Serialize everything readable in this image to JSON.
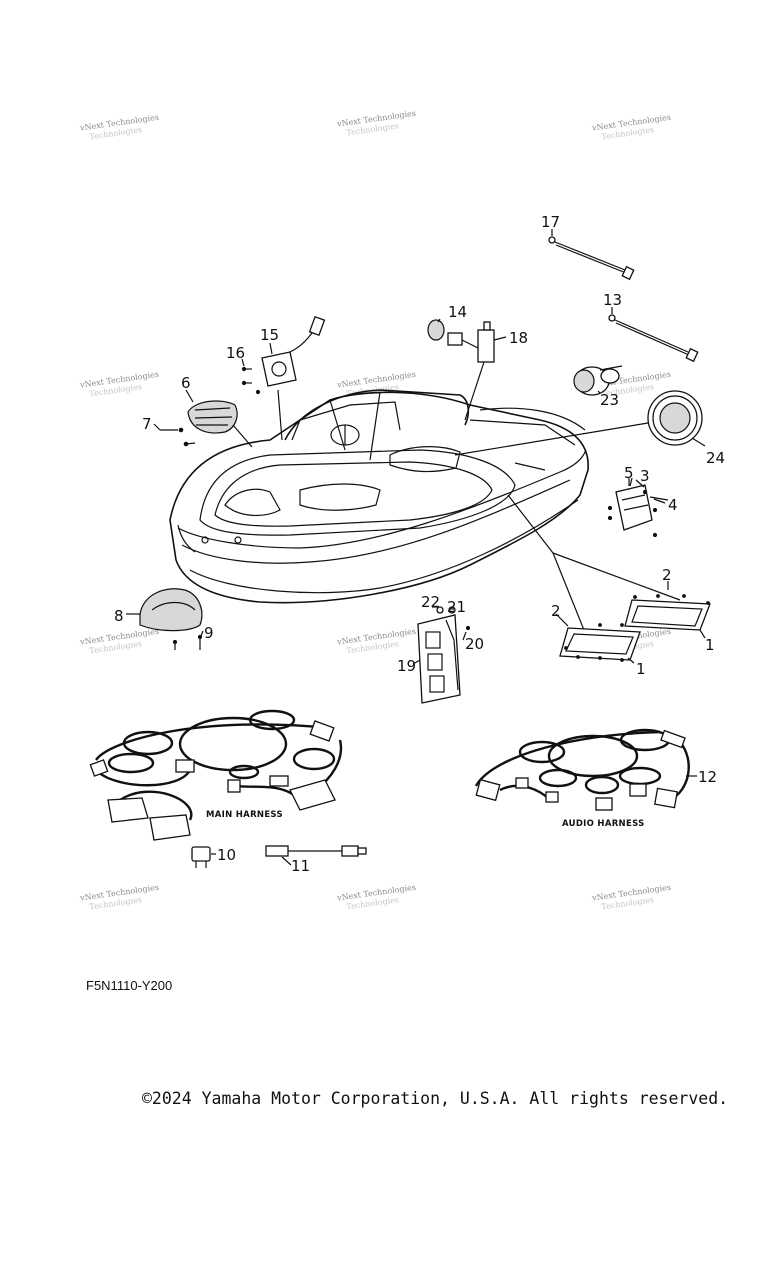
{
  "watermark": {
    "text": "vNext Technologies"
  },
  "callouts": {
    "c1a": "1",
    "c1b": "1",
    "c2a": "2",
    "c2b": "2",
    "c3": "3",
    "c4": "4",
    "c5": "5",
    "c6": "6",
    "c7": "7",
    "c8": "8",
    "c9": "9",
    "c10": "10",
    "c11": "11",
    "c12": "12",
    "c13": "13",
    "c14": "14",
    "c15": "15",
    "c16": "16",
    "c17": "17",
    "c18": "18",
    "c19": "19",
    "c20": "20",
    "c21": "21",
    "c22": "22",
    "c23": "23",
    "c24": "24"
  },
  "harness_labels": {
    "main": "MAIN HARNESS",
    "audio": "AUDIO HARNESS"
  },
  "diagram_code": "F5N1110-Y200",
  "copyright": "©2024 Yamaha Motor Corporation, U.S.A. All rights reserved."
}
